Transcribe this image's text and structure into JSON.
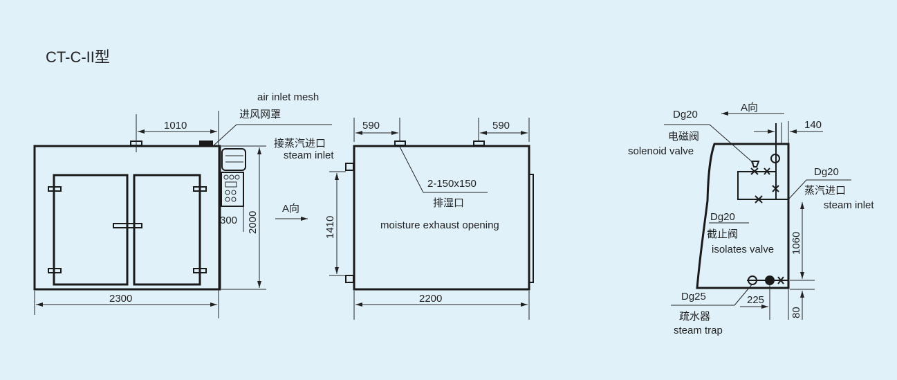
{
  "title": "CT-C-II型",
  "front_view": {
    "air_inlet_en": "air inlet mesh",
    "air_inlet_cn": "进风网罩",
    "dim_top": "1010",
    "dim_width": "2300",
    "dim_height": "2000",
    "dim_panel": "300"
  },
  "side_view": {
    "steam_inlet_cn": "接蒸汽进口",
    "steam_inlet_en": "steam inlet",
    "dim_left": "590",
    "dim_right": "590",
    "exhaust_size": "2-150x150",
    "exhaust_cn": "排湿口",
    "exhaust_en": "moisture exhaust opening",
    "dim_inlets": "1410",
    "dim_width": "2200",
    "direction": "A向"
  },
  "detail_view": {
    "direction": "A向",
    "solenoid_size": "Dg20",
    "solenoid_cn": "电磁阀",
    "solenoid_en": "solenoid valve",
    "dim_140": "140",
    "inlet_size": "Dg20",
    "inlet_cn": "蒸汽进口",
    "inlet_en": "steam inlet",
    "isolate_size": "Dg20",
    "isolate_cn": "截止阀",
    "isolate_en": "isolates valve",
    "dim_1060": "1060",
    "trap_size": "Dg25",
    "trap_cn": "疏水器",
    "trap_en": "steam trap",
    "dim_225": "225",
    "dim_80": "80"
  }
}
